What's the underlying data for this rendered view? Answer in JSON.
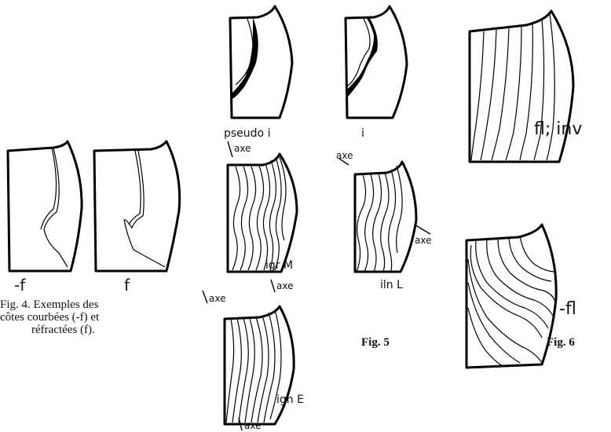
{
  "fig4": {
    "left_label": "-f",
    "right_label": "f",
    "caption": [
      "Fig.  4.  Exemples  des",
      "côtes  courbées  (-f)  et",
      "réfractées  (f)."
    ]
  },
  "fig5": {
    "pseudo_label": "pseudo i",
    "i_label": "i",
    "axe_labels": [
      "axe",
      "axe",
      "axe",
      "axe",
      "axe",
      "axe"
    ],
    "igrM_label": "igr M",
    "ilnL_label": "iln L",
    "ignE_label": "ign E",
    "caption": "Fig.  5"
  },
  "fig6": {
    "flinv_label": "fl; inv",
    "minusfl_label": "-fl",
    "caption": "Fig.  6"
  }
}
